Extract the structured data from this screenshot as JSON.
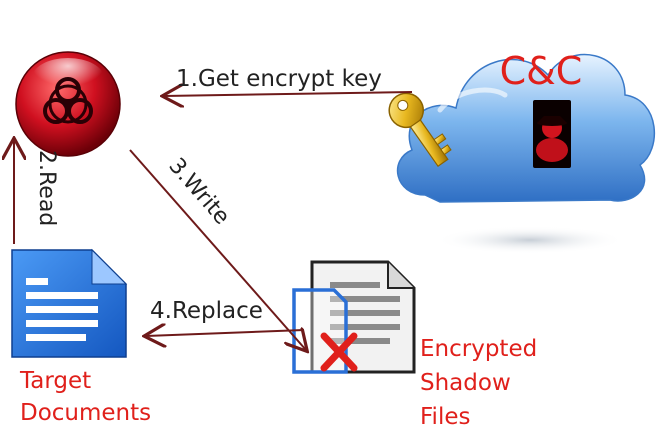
{
  "nodes": {
    "malware": {
      "icon": "biohazard-icon"
    },
    "cnc": {
      "label": "C&C",
      "icon": "cloud-icon",
      "accessory_icons": [
        "key-icon",
        "hacker-icon"
      ]
    },
    "target": {
      "icon": "document-icon",
      "label_line1": "Target",
      "label_line2": "Documents"
    },
    "shadow": {
      "icon": "document-stack-icon",
      "badge_icon": "red-x-icon",
      "label_line1": "Encrypted",
      "label_line2": "Shadow",
      "label_line3": "Files"
    }
  },
  "edges": {
    "get_key": "1.Get encrypt key",
    "read": "2.Read",
    "write": "3.Write",
    "replace": "4.Replace"
  },
  "colors": {
    "arrow": "#6e1a1a",
    "label_red": "#e0201b",
    "biohazard": "#c8102e",
    "cloud": "#4a90d9",
    "doc_blue": "#2a6fd6",
    "key": "#e0b020"
  }
}
